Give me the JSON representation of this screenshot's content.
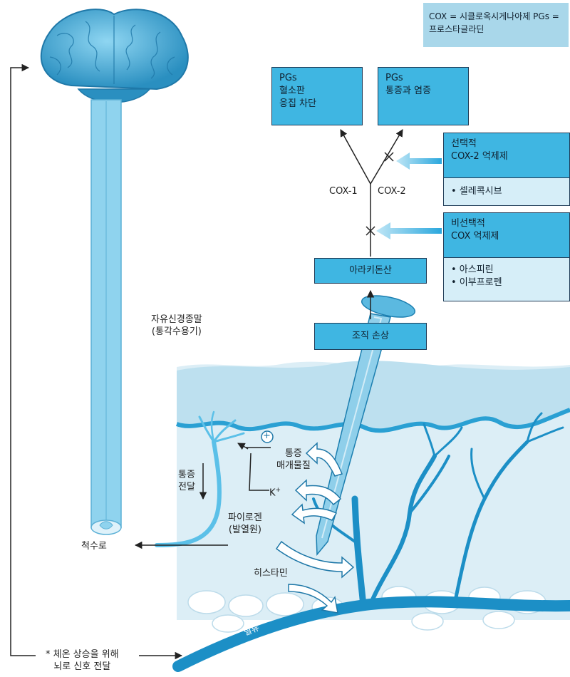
{
  "legend": {
    "line1": "COX = 시클로옥시게나아제",
    "line2": "PGs = 프로스타글라딘"
  },
  "pathway": {
    "pgs_platelet": [
      "PGs",
      "혈소판",
      "응집 차단"
    ],
    "pgs_pain": [
      "PGs",
      "통증과 염증"
    ],
    "cox1": "COX-1",
    "cox2": "COX-2",
    "arachidonic": "아라키돈산",
    "tissue_damage": "조직 손상"
  },
  "inhibitors": {
    "selective_title": [
      "선택적",
      "COX-2 억제제"
    ],
    "selective_drugs": [
      "• 셀레콕시브"
    ],
    "nonselective_title": [
      "비선택적",
      "COX 억제제"
    ],
    "nonselective_drugs": [
      "• 아스피린",
      "• 이부프로펜"
    ]
  },
  "labels": {
    "free_nerve_ending": [
      "자유신경종말",
      "(통각수용기)"
    ],
    "pain_mediators": [
      "통증",
      "매개물질"
    ],
    "potassium": "K",
    "potassium_sup": "+",
    "pain_transmission": [
      "통증",
      "전달"
    ],
    "pyrogen": [
      "파이로겐",
      "(발열원)"
    ],
    "histamine": "히스타민",
    "spinal_tract": "척수로",
    "blood_flow": "혈류",
    "brain_signal": [
      "* 체온 상승을 위해",
      "뇌로 신호 전달"
    ],
    "plus_sign": "+"
  },
  "colors": {
    "brain": "#3aa9d6",
    "skin": "#dceef6",
    "vessel": "#1c8fc6",
    "box_dark": "#3fb6e2",
    "box_light": "#d6eef8"
  }
}
